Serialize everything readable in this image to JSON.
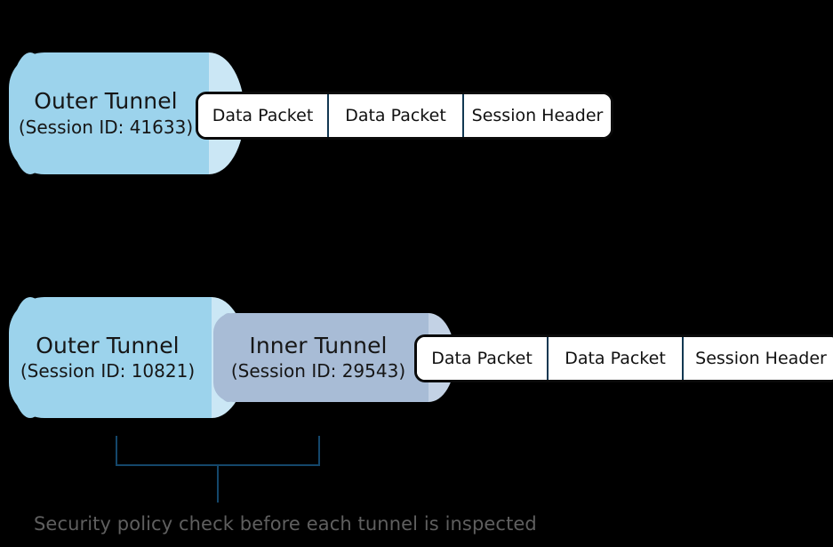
{
  "theme": {
    "background": "#000000",
    "outer_tunnel_body": "#9CD3EC",
    "outer_tunnel_cap": "#CBE7F5",
    "inner_tunnel_body": "#A8BCD6",
    "inner_tunnel_cap": "#C3D2E5",
    "packet_fill": "#FFFFFF",
    "packet_border": "#0A0A0A",
    "packet_divider": "#123852",
    "bracket_line": "#14476B",
    "caption_text": "#5F5F5F",
    "tunnel_text": "#161616"
  },
  "diagram": {
    "rows": [
      {
        "name": "single-tunnel-row",
        "tunnels": [
          {
            "name": "outer-tunnel",
            "title": "Outer Tunnel",
            "subtitle": "(Session ID: 41633)"
          }
        ],
        "packets": {
          "name": "packet-strip-top",
          "cells": [
            {
              "label": "Data Packet"
            },
            {
              "label": "Data Packet"
            },
            {
              "label": "Session Header"
            }
          ]
        }
      },
      {
        "name": "nested-tunnel-row",
        "tunnels": [
          {
            "name": "outer-tunnel",
            "title": "Outer Tunnel",
            "subtitle": "(Session ID: 10821)"
          },
          {
            "name": "inner-tunnel",
            "title": "Inner Tunnel",
            "subtitle": "(Session ID: 29543)"
          }
        ],
        "packets": {
          "name": "packet-strip-bottom",
          "cells": [
            {
              "label": "Data Packet"
            },
            {
              "label": "Data Packet"
            },
            {
              "label": "Session Header"
            }
          ]
        }
      }
    ],
    "annotation": {
      "name": "security-policy-annotation",
      "caption": "Security policy check before each tunnel is inspected"
    }
  }
}
